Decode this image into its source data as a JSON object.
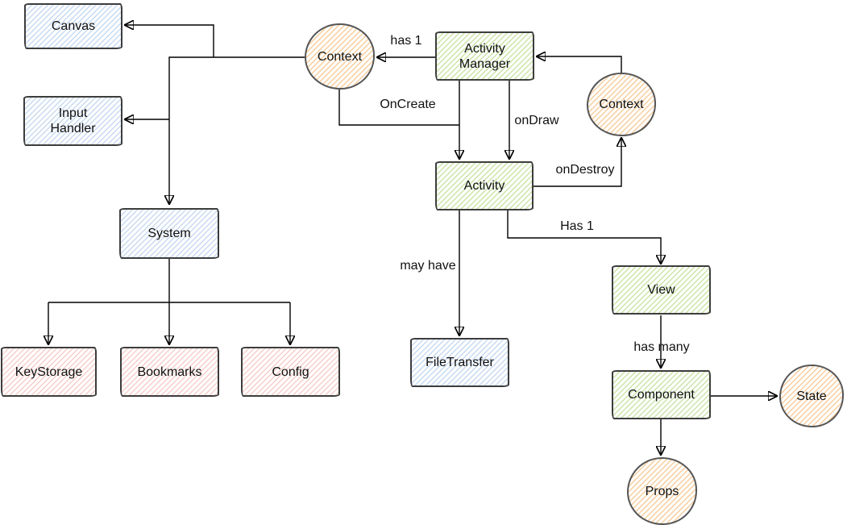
{
  "diagram": {
    "nodes": {
      "canvas": {
        "label": "Canvas",
        "shape": "rectangle",
        "fill": "#dae8fc"
      },
      "inputHandler": {
        "line1": "Input",
        "line2": "Handler",
        "shape": "rectangle",
        "fill": "#dae8fc"
      },
      "system": {
        "label": "System",
        "shape": "rectangle",
        "fill": "#dae8fc"
      },
      "keyStorage": {
        "label": "KeyStorage",
        "shape": "rectangle",
        "fill": "#f8cecc"
      },
      "bookmarks": {
        "label": "Bookmarks",
        "shape": "rectangle",
        "fill": "#f8cecc"
      },
      "config": {
        "label": "Config",
        "shape": "rectangle",
        "fill": "#f8cecc"
      },
      "contextLeft": {
        "label": "Context",
        "shape": "circle",
        "fill": "#ffe6cc"
      },
      "activityManager": {
        "line1": "Activity",
        "line2": "Manager",
        "shape": "rectangle",
        "fill": "#d5e8d4"
      },
      "contextRight": {
        "label": "Context",
        "shape": "circle",
        "fill": "#ffe6cc"
      },
      "activity": {
        "label": "Activity",
        "shape": "rectangle",
        "fill": "#d5e8d4"
      },
      "fileTransfer": {
        "label": "FileTransfer",
        "shape": "rectangle",
        "fill": "#dae8fc"
      },
      "view": {
        "label": "View",
        "shape": "rectangle",
        "fill": "#d5e8d4"
      },
      "component": {
        "label": "Component",
        "shape": "rectangle",
        "fill": "#d5e8d4"
      },
      "state": {
        "label": "State",
        "shape": "circle",
        "fill": "#ffe6cc"
      },
      "props": {
        "label": "Props",
        "shape": "circle",
        "fill": "#ffe6cc"
      }
    },
    "edge_labels": {
      "has1": "has 1",
      "onCreate": "OnCreate",
      "onDraw": "onDraw",
      "onDestroy": "onDestroy",
      "mayHave": "may have",
      "has1View": "Has 1",
      "hasMany": "has many"
    },
    "colors": {
      "blue_fill": "#dae8fc",
      "green_fill": "#d5e8d4",
      "orange_fill": "#ffe6cc",
      "red_fill": "#f8cecc",
      "node_stroke": "#3d3d3d",
      "edge_stroke": "#000000"
    }
  }
}
